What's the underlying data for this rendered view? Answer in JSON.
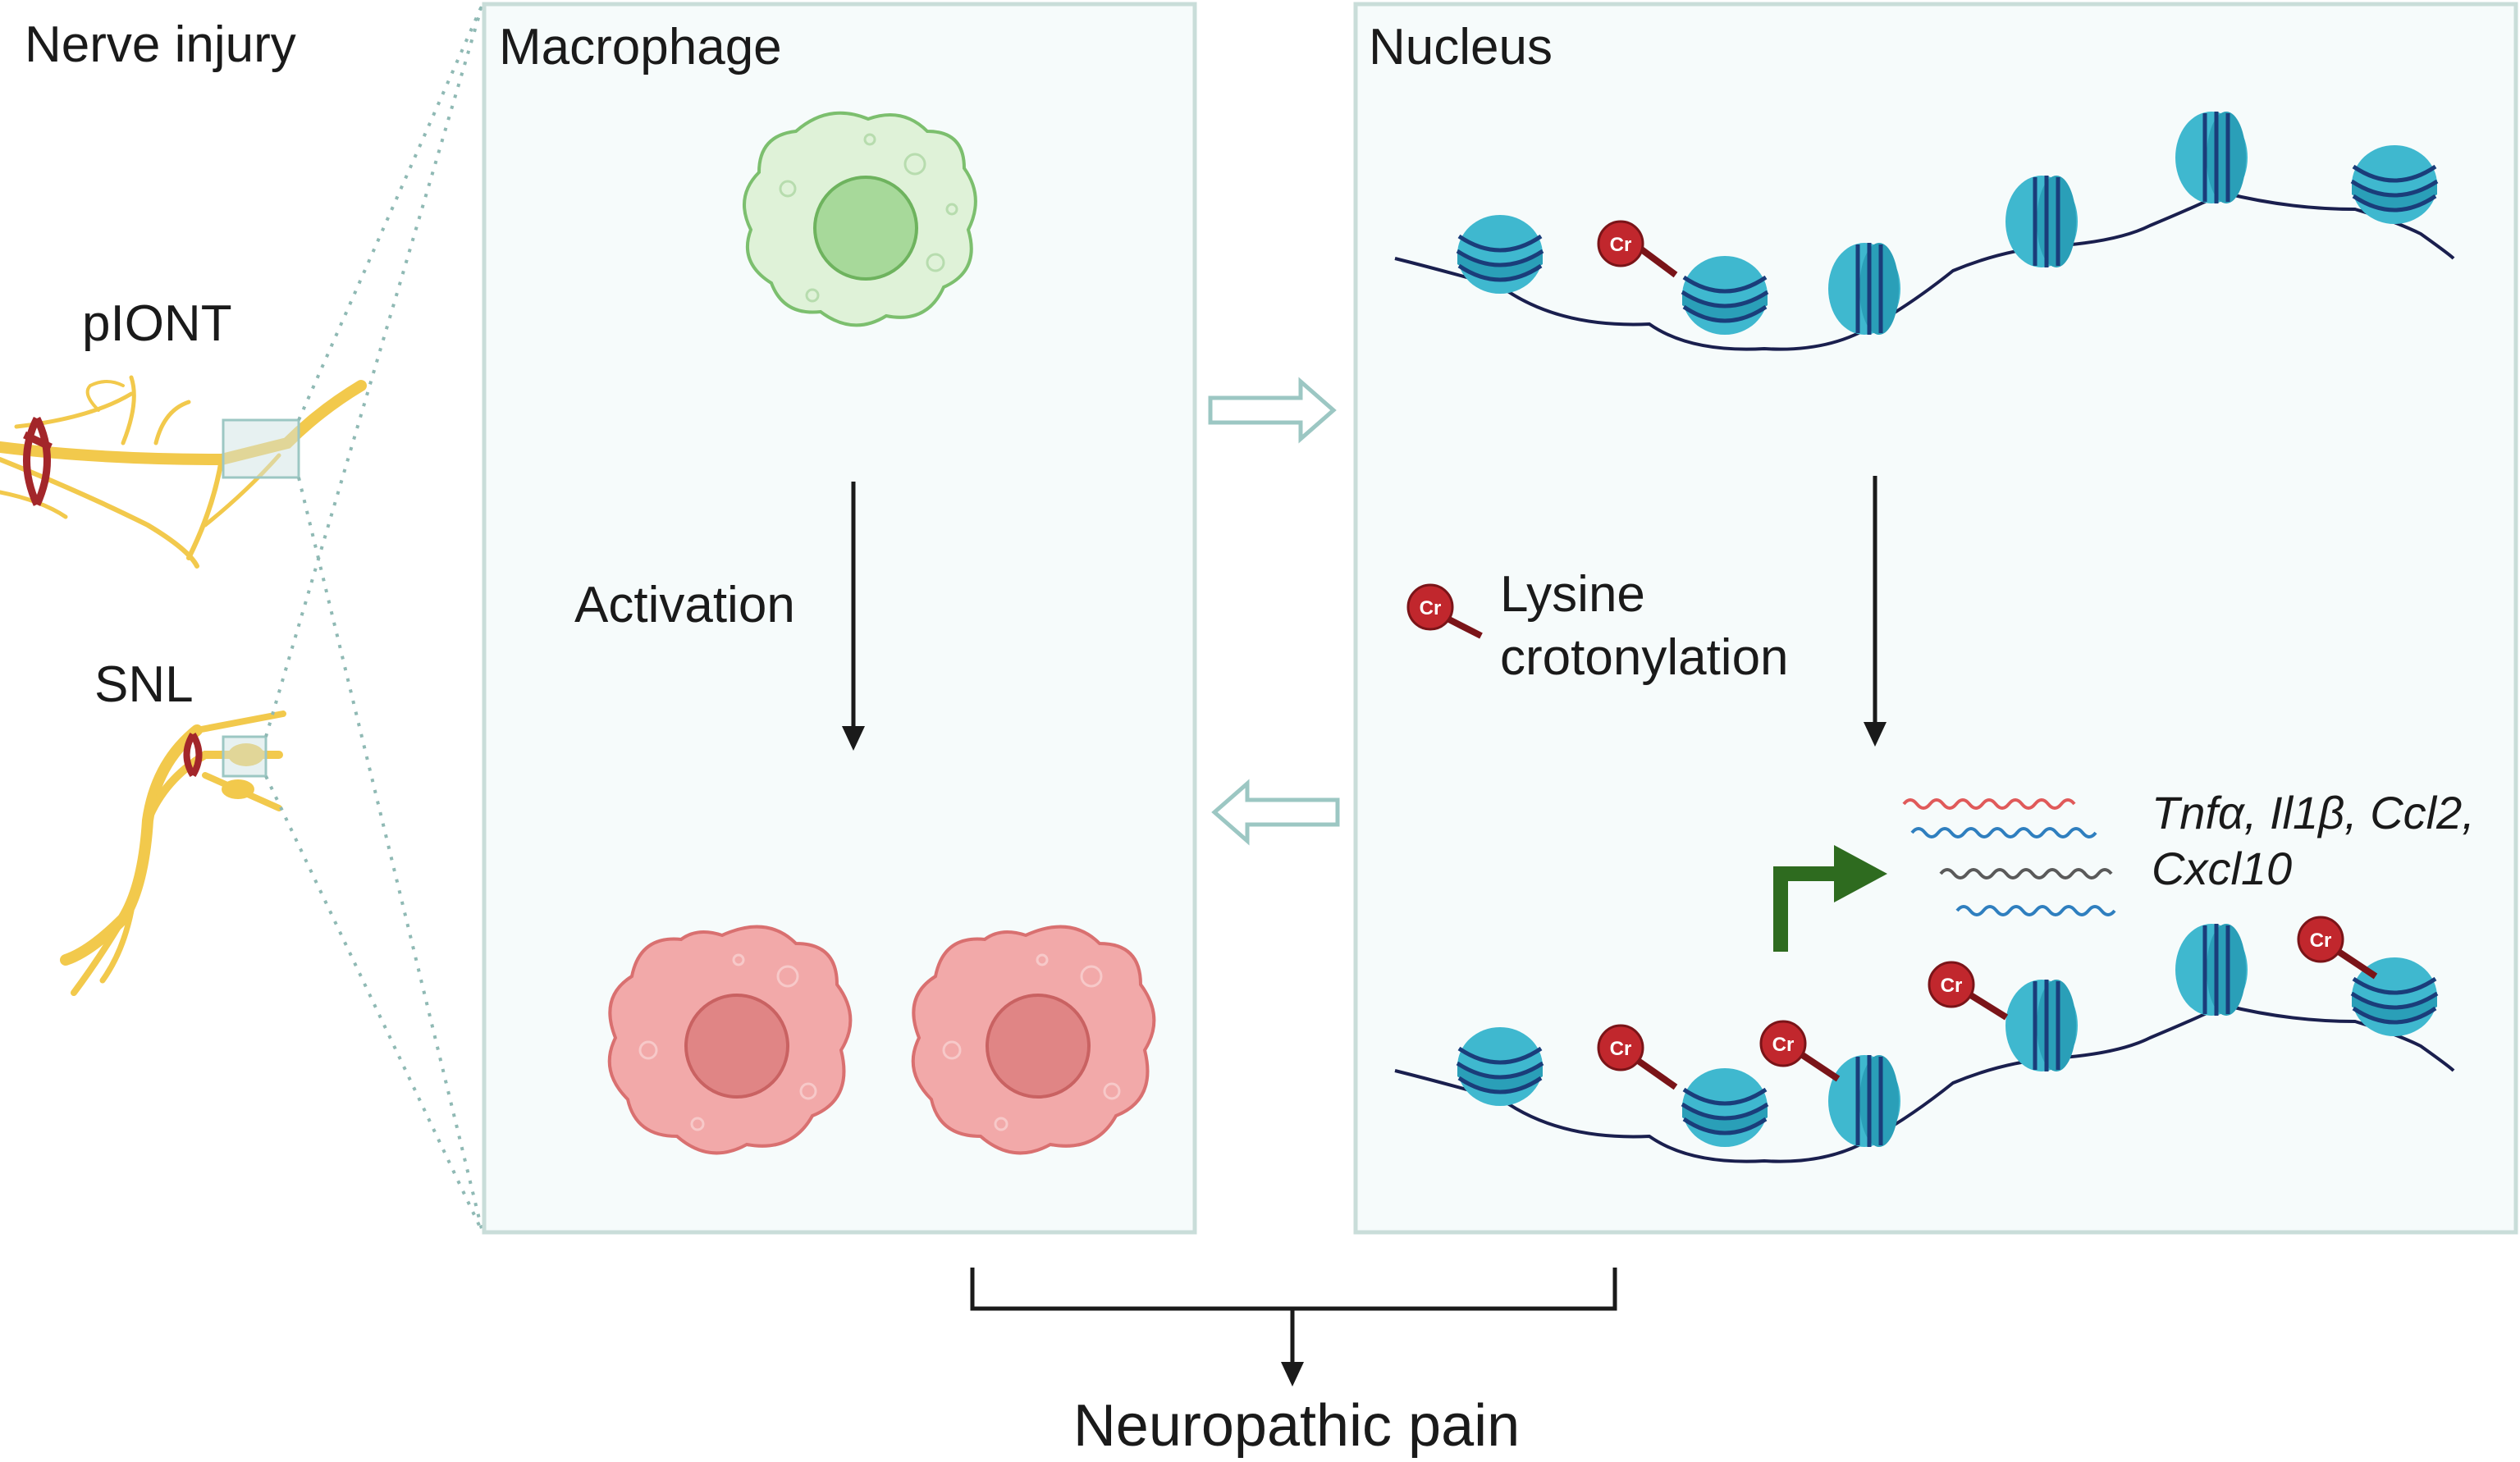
{
  "labels": {
    "nerve_injury": "Nerve injury",
    "piont": "pIONT",
    "snl": "SNL",
    "macrophage": "Macrophage",
    "activation": "Activation",
    "nucleus": "Nucleus",
    "lysine": "Lysine",
    "crotonylation": "crotonylation",
    "genes_line1": "Tnfα, Il1β,  Ccl2,",
    "genes_line2": "Cxcl10",
    "outcome": "Neuropathic pain",
    "cr_tag": "Cr"
  },
  "colors": {
    "panel_border": "#c9ddd9",
    "panel_fill": "#f6fbfb",
    "nerve": "#f2c94c",
    "ligature": "#a3262a",
    "resting_cell": "#dff2d8",
    "activated_cell": "#f2a9a9",
    "nucleosome": "#3fb8cf",
    "dna": "#1a1f4e",
    "cr_mark": "#c1272d",
    "promoter_arrow": "#2e6b1f"
  },
  "icons": [
    "nerve-icon",
    "ligature-icon",
    "macrophage-icon",
    "nucleosome-icon",
    "crotonyl-mark-icon",
    "mrna-icon",
    "promoter-arrow-icon"
  ]
}
